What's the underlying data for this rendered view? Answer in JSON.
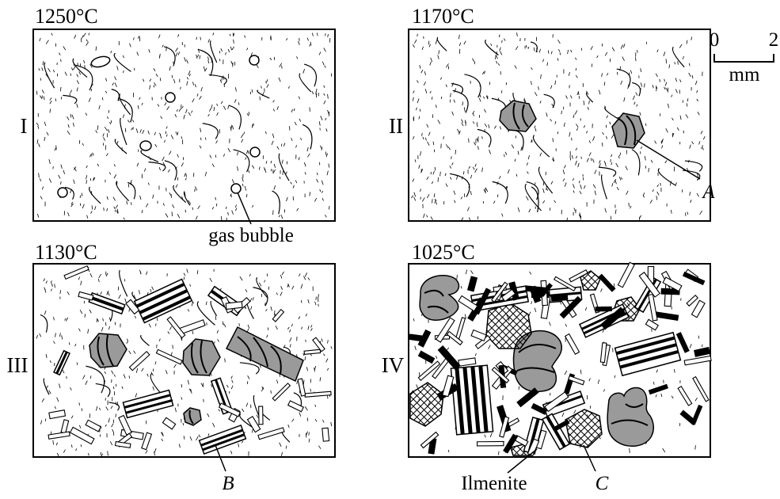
{
  "panels": {
    "p1": {
      "temperature": "1250°C",
      "numeral": "I"
    },
    "p2": {
      "temperature": "1170°C",
      "numeral": "II"
    },
    "p3": {
      "temperature": "1130°C",
      "numeral": "III"
    },
    "p4": {
      "temperature": "1025°C",
      "numeral": "IV"
    }
  },
  "scale_bar": {
    "start": "0",
    "end": "2",
    "unit": "mm"
  },
  "labels": {
    "gas_bubble": "gas bubble",
    "a": "A",
    "b": "B",
    "c": "C",
    "ilmenite": "Ilmenite"
  },
  "colors": {
    "gray_mineral": "#9a9a9a",
    "ink": "#000000"
  }
}
